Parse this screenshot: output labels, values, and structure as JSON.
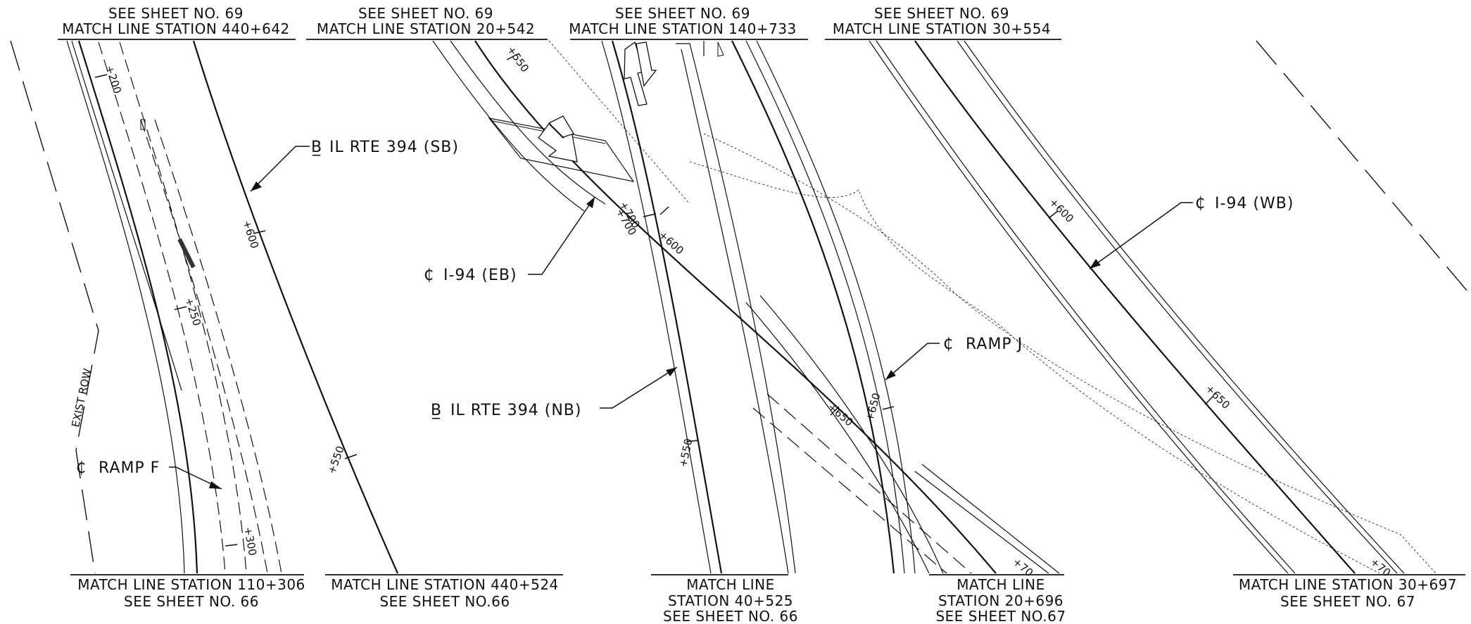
{
  "sheet_refs": {
    "top_1": {
      "line1": "SEE SHEET NO. 69",
      "line2": "MATCH LINE STATION 440+642"
    },
    "top_2": {
      "line1": "SEE SHEET NO. 69",
      "line2": "MATCH LINE STATION 20+542"
    },
    "top_3": {
      "line1": "SEE SHEET NO. 69",
      "line2": "MATCH LINE STATION 140+733"
    },
    "top_4": {
      "line1": "SEE SHEET NO. 69",
      "line2": "MATCH LINE STATION 30+554"
    },
    "bottom_1": {
      "line1": "MATCH LINE STATION 110+306",
      "line2": "SEE SHEET NO. 66"
    },
    "bottom_2": {
      "line1": "MATCH LINE STATION 440+524",
      "line2": "SEE SHEET NO.66"
    },
    "bottom_3": {
      "line1": "MATCH LINE",
      "line2": "STATION 40+525",
      "line3": "SEE SHEET NO. 66"
    },
    "bottom_4": {
      "line1": "MATCH LINE",
      "line2": "STATION 20+696",
      "line3": "SEE SHEET NO.67"
    },
    "bottom_5": {
      "line1": "MATCH LINE STATION 30+697",
      "line2": "SEE SHEET NO. 67"
    }
  },
  "labels": {
    "il394_sb": {
      "symbol": "B̲",
      "text": "IL RTE 394 (SB)"
    },
    "i94_eb": {
      "symbol": "₵",
      "text": "I-94 (EB)"
    },
    "il394_nb": {
      "symbol": "B̲",
      "text": "IL RTE 394 (NB)"
    },
    "i94_wb": {
      "symbol": "₵",
      "text": "I-94 (WB)"
    },
    "ramp_j": {
      "symbol": "₵",
      "text": "RAMP J"
    },
    "ramp_f": {
      "symbol": "₵",
      "text": "RAMP F"
    },
    "exist_row": "EXIST ROW"
  },
  "stations": {
    "s1": "+200",
    "s2": "+250",
    "s3": "+300",
    "s4": "+600",
    "s5": "+550",
    "s6": "+550",
    "s7": "+700",
    "s8": "+600",
    "s9": "+650",
    "s10": "+550",
    "s11": "+700",
    "s12": "+650",
    "s13": "+70",
    "s14": "+600",
    "s15": "+650",
    "s16": "+70"
  }
}
